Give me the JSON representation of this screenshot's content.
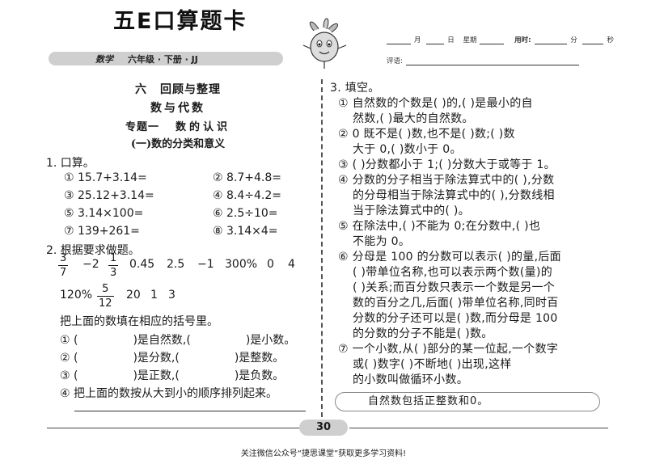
{
  "header": {
    "brand": "五E口算题卡",
    "subject": "数学",
    "grade_info": "六年级 · 下册 · JJ",
    "date_labels": {
      "month": "月",
      "day": "日",
      "weekday": "星期",
      "time": "用时:",
      "minute": "分",
      "second": "秒"
    },
    "review_label": "评语:"
  },
  "left": {
    "chapter_num": "六",
    "chapter_title": "回顾与整理",
    "topic": "数与代数",
    "unit_label": "专题一",
    "unit_title": "数的认识",
    "sub_title": "(一)数的分类和意义",
    "q1_title": "1. 口算。",
    "calc": [
      [
        "① 15.7+3.14=",
        "② 8.7+4.8="
      ],
      [
        "③ 25.12+3.14=",
        "④ 8.4÷4.2="
      ],
      [
        "⑤ 3.14×100=",
        "⑥ 2.5÷10="
      ],
      [
        "⑦ 139+261=",
        "⑧ 3.14×4="
      ]
    ],
    "q2_title": "2. 根据要求做题。",
    "numbers_row1_fracs": [
      {
        "n": "3",
        "d": "7"
      },
      {
        "whole": "−2",
        "n": "1",
        "d": "3"
      }
    ],
    "numbers_row1_rest": [
      "0.45",
      "2.5",
      "−1",
      "300%",
      "0",
      "4"
    ],
    "numbers_row2": {
      "pct": "120%",
      "frac": {
        "n": "5",
        "d": "12"
      },
      "rest": [
        "20",
        "1",
        "3"
      ]
    },
    "instruction": "把上面的数填在相应的括号里。",
    "fills": [
      {
        "a": "① (",
        "b": ")是自然数,(",
        "c": ")是小数。"
      },
      {
        "a": "② (",
        "b": ")是分数,(",
        "c": ")是整数。"
      },
      {
        "a": "③ (",
        "b": ")是正数,(",
        "c": ")是负数。"
      }
    ],
    "q2_4": "④ 把上面的数按从大到小的顺序排列起来。"
  },
  "right": {
    "q3_title": "3. 填空。",
    "lines": [
      "① 自然数的个数是(      )的,(      )是最小的自",
      "然数,(      )最大的自然数。",
      "② 0 既不是(      )数,也不是(      )数;(      )数",
      "大于 0,(      )数小于 0。",
      "③ (      )分数都小于 1;(      )分数大于或等于 1。",
      "④ 分数的分子相当于除法算式中的(      ),分数",
      "的分母相当于除法算式中的(      ),分数线相",
      "当于除法算式中的(      )。",
      "⑤ 在除法中,(      )不能为 0;在分数中,(      )也",
      "不能为 0。",
      "⑥ 分母是 100 的分数可以表示(      )的量,后面",
      "(      )带单位名称,也可以表示两个数(量)的",
      "(      )关系;而百分数只表示一个数是另一个",
      "数的百分之几,后面(      )带单位名称,同时百",
      "分数的分子还可以是(      )数,而分母是 100",
      "的分数的分子不能是(      )数。",
      "⑦ 一个小数,从(      )部分的某一位起,一个数字",
      "或(      )数字(      )不断地(      )出现,这样",
      "的小数叫做循环小数。"
    ],
    "summary": "自然数包括正整数和0。"
  },
  "page_number": "30",
  "footer_note": "关注微信公众号“捷思课堂”获取更多学习资料!"
}
